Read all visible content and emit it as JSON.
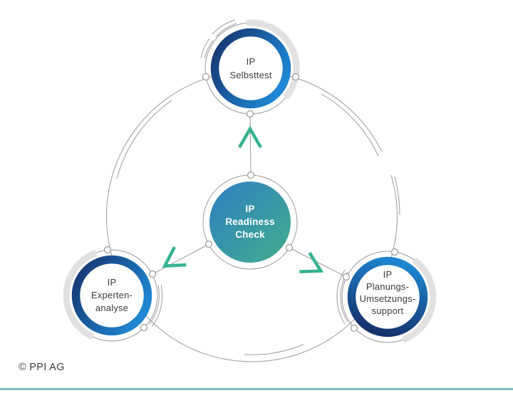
{
  "diagram": {
    "title_semantic": "IP Readiness Check process diagram",
    "center": {
      "lines": [
        "IP",
        "Readiness",
        "Check"
      ]
    },
    "satellites": [
      {
        "id": "selbsttest",
        "lines": [
          "IP",
          "Selbsttest"
        ]
      },
      {
        "id": "expertenanalyse",
        "lines": [
          "IP",
          "Experten-",
          "analyse"
        ]
      },
      {
        "id": "planungs-umsetzungssupport",
        "lines": [
          "IP",
          "Planungs-",
          "Umsetzungs-",
          "support"
        ]
      }
    ],
    "arrows": [
      "center-to-selbsttest",
      "center-to-expertenanalyse",
      "center-to-planungs-umsetzungssupport"
    ]
  },
  "footer": {
    "copyright": "© PPI AG"
  },
  "colors": {
    "ring_gradient_start": "#16316c",
    "ring_gradient_end": "#1e86d2",
    "center_gradient_start": "#2e7fc2",
    "center_gradient_end": "#43ad8d",
    "arrow_green": "#35b291",
    "line_gray": "#9a9a9a",
    "deco_gray": "#e1e1e1",
    "text_dark": "#3b3b3b",
    "footer_bar_teal": "#79bcbc"
  }
}
